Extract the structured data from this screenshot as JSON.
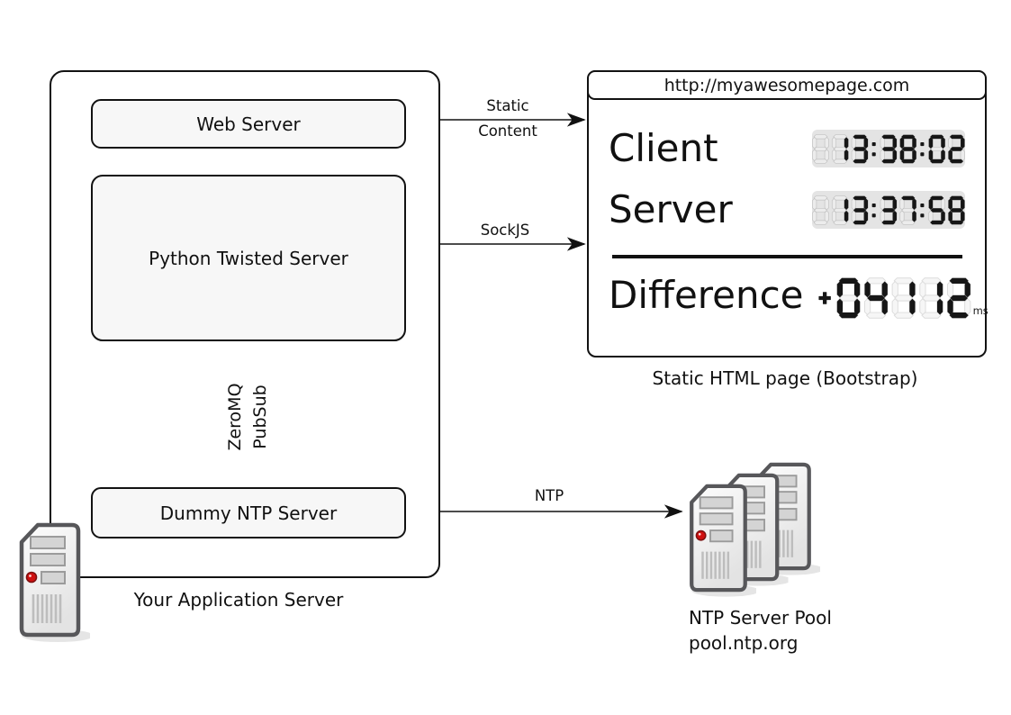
{
  "app_server": {
    "caption": "Your Application Server",
    "web_server_label": "Web Server",
    "twisted_label": "Python Twisted Server",
    "dummy_ntp_label": "Dummy NTP Server",
    "zeromq_label": "ZeroMQ",
    "pubsub_label": "PubSub"
  },
  "connections": {
    "static_line1": "Static",
    "static_line2": "Content",
    "sockjs_label": "SockJS",
    "ntp_label": "NTP"
  },
  "browser": {
    "url": "http://myawesomepage.com",
    "client_label": "Client",
    "client_time": "13:38:02",
    "server_label": "Server",
    "server_time": "13:37:58",
    "difference_label": "Difference",
    "difference_sign": "+",
    "difference_digits": "04112",
    "difference_unit": "ms",
    "caption": "Static HTML page (Bootstrap)"
  },
  "ntp_pool": {
    "caption_line1": "NTP Server Pool",
    "caption_line2": "pool.ntp.org"
  },
  "icons": {
    "app_host": "server-tower-icon",
    "pool": "server-tower-stack-icon"
  },
  "colors": {
    "border": "#121212",
    "box_fill": "#f7f7f7",
    "clock_panel": "#e4e4e4",
    "segment_on": "#161616",
    "ghost_fill_panel": "#ececec",
    "ghost_stroke_panel": "#c2c2c2",
    "ghost_fill_white": "#f6f6f6",
    "ghost_stroke_white": "#dcdcdc",
    "led": "#d01010"
  }
}
